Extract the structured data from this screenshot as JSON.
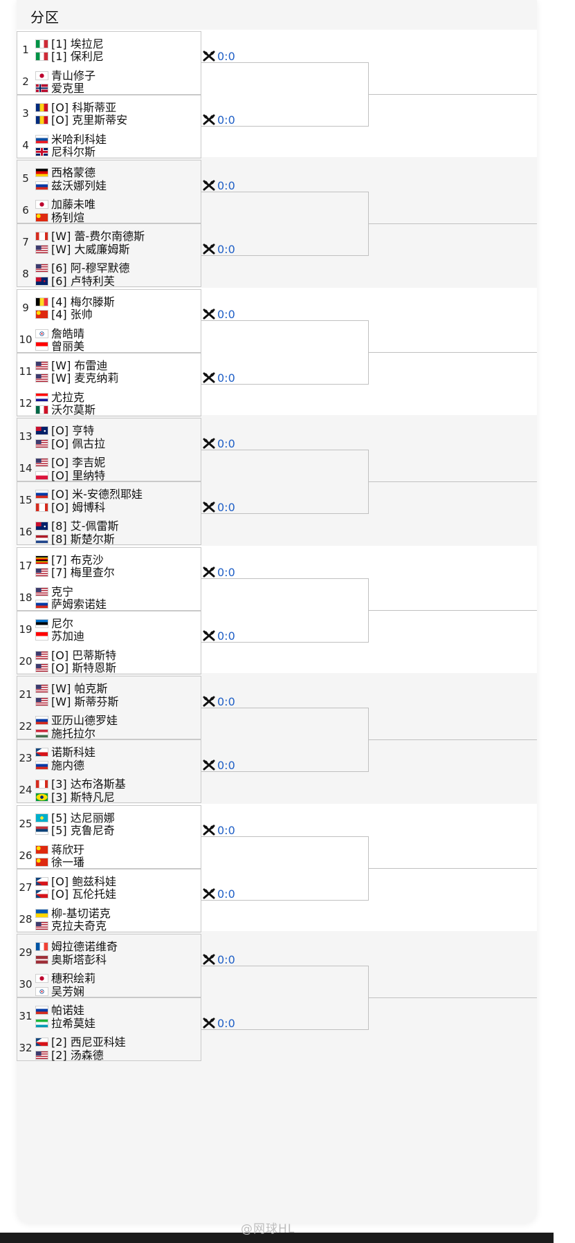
{
  "section": {
    "title": "分区"
  },
  "match_score": "0:0",
  "watermark": "@网球HL",
  "groups": [
    {
      "lines": [
        {
          "seed": "1",
          "players": [
            {
              "flag": "italy",
              "name": "[1] 埃拉尼"
            },
            {
              "flag": "italy",
              "name": "[1] 保利尼"
            }
          ]
        },
        {
          "seed": "2",
          "players": [
            {
              "flag": "japan",
              "name": "青山修子"
            },
            {
              "flag": "norway",
              "name": "爱克里"
            }
          ]
        },
        {
          "seed": "3",
          "players": [
            {
              "flag": "romania",
              "name": "[O] 科斯蒂亚"
            },
            {
              "flag": "romania",
              "name": "[O] 克里斯蒂安"
            }
          ]
        },
        {
          "seed": "4",
          "players": [
            {
              "flag": "slovakia",
              "name": "米哈利科娃"
            },
            {
              "flag": "uk",
              "name": "尼科尔斯"
            }
          ]
        }
      ]
    },
    {
      "lines": [
        {
          "seed": "5",
          "players": [
            {
              "flag": "germany",
              "name": "西格蒙德"
            },
            {
              "flag": "russia",
              "name": "兹沃娜列娃"
            }
          ]
        },
        {
          "seed": "6",
          "players": [
            {
              "flag": "japan",
              "name": "加藤未唯"
            },
            {
              "flag": "china",
              "name": "杨钊煊"
            }
          ]
        },
        {
          "seed": "7",
          "players": [
            {
              "flag": "canada",
              "name": "[W] 蕾-费尔南德斯"
            },
            {
              "flag": "usa",
              "name": "[W] 大威廉姆斯"
            }
          ]
        },
        {
          "seed": "8",
          "players": [
            {
              "flag": "usa",
              "name": "[6] 阿-穆罕默德"
            },
            {
              "flag": "newzealand",
              "name": "[6] 卢特利芙"
            }
          ]
        }
      ]
    },
    {
      "lines": [
        {
          "seed": "9",
          "players": [
            {
              "flag": "belgium",
              "name": "[4] 梅尔滕斯"
            },
            {
              "flag": "china",
              "name": "[4] 张帅"
            }
          ]
        },
        {
          "seed": "10",
          "players": [
            {
              "flag": "taipei",
              "name": "詹皓晴"
            },
            {
              "flag": "indonesia",
              "name": "曾丽美"
            }
          ]
        },
        {
          "seed": "11",
          "players": [
            {
              "flag": "usa",
              "name": "[W] 布雷迪"
            },
            {
              "flag": "usa",
              "name": "[W] 麦克纳莉"
            }
          ]
        },
        {
          "seed": "12",
          "players": [
            {
              "flag": "croatia",
              "name": "尤拉克"
            },
            {
              "flag": "mexico",
              "name": "沃尔莫斯"
            }
          ]
        }
      ]
    },
    {
      "lines": [
        {
          "seed": "13",
          "players": [
            {
              "flag": "australia",
              "name": "[O] 亨特"
            },
            {
              "flag": "usa",
              "name": "[O] 佩古拉"
            }
          ]
        },
        {
          "seed": "14",
          "players": [
            {
              "flag": "usa",
              "name": "[O] 李吉妮"
            },
            {
              "flag": "poland",
              "name": "[O] 里纳特"
            }
          ]
        },
        {
          "seed": "15",
          "players": [
            {
              "flag": "russia",
              "name": "[O] 米-安德烈耶娃"
            },
            {
              "flag": "canada",
              "name": "[O] 姆博科"
            }
          ]
        },
        {
          "seed": "16",
          "players": [
            {
              "flag": "australia",
              "name": "[8] 艾-佩雷斯"
            },
            {
              "flag": "netherlands",
              "name": "[8] 斯楚尔斯"
            }
          ]
        }
      ]
    },
    {
      "lines": [
        {
          "seed": "17",
          "players": [
            {
              "flag": "uganda",
              "name": "[7] 布克沙"
            },
            {
              "flag": "usa",
              "name": "[7] 梅里查尔"
            }
          ]
        },
        {
          "seed": "18",
          "players": [
            {
              "flag": "usa",
              "name": "克宁"
            },
            {
              "flag": "russia",
              "name": "萨姆索诺娃"
            }
          ]
        },
        {
          "seed": "19",
          "players": [
            {
              "flag": "estonia",
              "name": "尼尔"
            },
            {
              "flag": "indonesia",
              "name": "苏加迪"
            }
          ]
        },
        {
          "seed": "20",
          "players": [
            {
              "flag": "usa",
              "name": "[O] 巴蒂斯特"
            },
            {
              "flag": "usa",
              "name": "[O] 斯特恩斯"
            }
          ]
        }
      ]
    },
    {
      "lines": [
        {
          "seed": "21",
          "players": [
            {
              "flag": "usa",
              "name": "[W] 帕克斯"
            },
            {
              "flag": "usa",
              "name": "[W] 斯蒂芬斯"
            }
          ]
        },
        {
          "seed": "22",
          "players": [
            {
              "flag": "russia",
              "name": "亚历山德罗娃"
            },
            {
              "flag": "hungary",
              "name": "施托拉尔"
            }
          ]
        },
        {
          "seed": "23",
          "players": [
            {
              "flag": "czech",
              "name": "诺斯科娃"
            },
            {
              "flag": "russia",
              "name": "施内德"
            }
          ]
        },
        {
          "seed": "24",
          "players": [
            {
              "flag": "canada",
              "name": "[3] 达布洛斯基"
            },
            {
              "flag": "brazil",
              "name": "[3] 斯特凡尼"
            }
          ]
        }
      ]
    },
    {
      "lines": [
        {
          "seed": "25",
          "players": [
            {
              "flag": "kazakhstan",
              "name": "[5] 达尼丽娜"
            },
            {
              "flag": "serbia",
              "name": "[5] 克鲁尼奇"
            }
          ]
        },
        {
          "seed": "26",
          "players": [
            {
              "flag": "china",
              "name": "蒋欣玗"
            },
            {
              "flag": "china",
              "name": "徐一璠"
            }
          ]
        },
        {
          "seed": "27",
          "players": [
            {
              "flag": "czech",
              "name": "[O] 鲍兹科娃"
            },
            {
              "flag": "czech",
              "name": "[O] 瓦伦托娃"
            }
          ]
        },
        {
          "seed": "28",
          "players": [
            {
              "flag": "ukraine",
              "name": "柳-基切诺克"
            },
            {
              "flag": "usa",
              "name": "克拉夫奇克"
            }
          ]
        }
      ]
    },
    {
      "lines": [
        {
          "seed": "29",
          "players": [
            {
              "flag": "france",
              "name": "姆拉德诺维奇"
            },
            {
              "flag": "latvia",
              "name": "奥斯塔彭科"
            }
          ]
        },
        {
          "seed": "30",
          "players": [
            {
              "flag": "japan",
              "name": "穗积绘莉"
            },
            {
              "flag": "taipei",
              "name": "吴芳娴"
            }
          ]
        },
        {
          "seed": "31",
          "players": [
            {
              "flag": "russia",
              "name": "帕诺娃"
            },
            {
              "flag": "uzbekistan",
              "name": "拉希莫娃"
            }
          ]
        },
        {
          "seed": "32",
          "players": [
            {
              "flag": "czech",
              "name": "[2] 西尼亚科娃"
            },
            {
              "flag": "usa",
              "name": "[2] 汤森德"
            }
          ]
        }
      ]
    }
  ]
}
